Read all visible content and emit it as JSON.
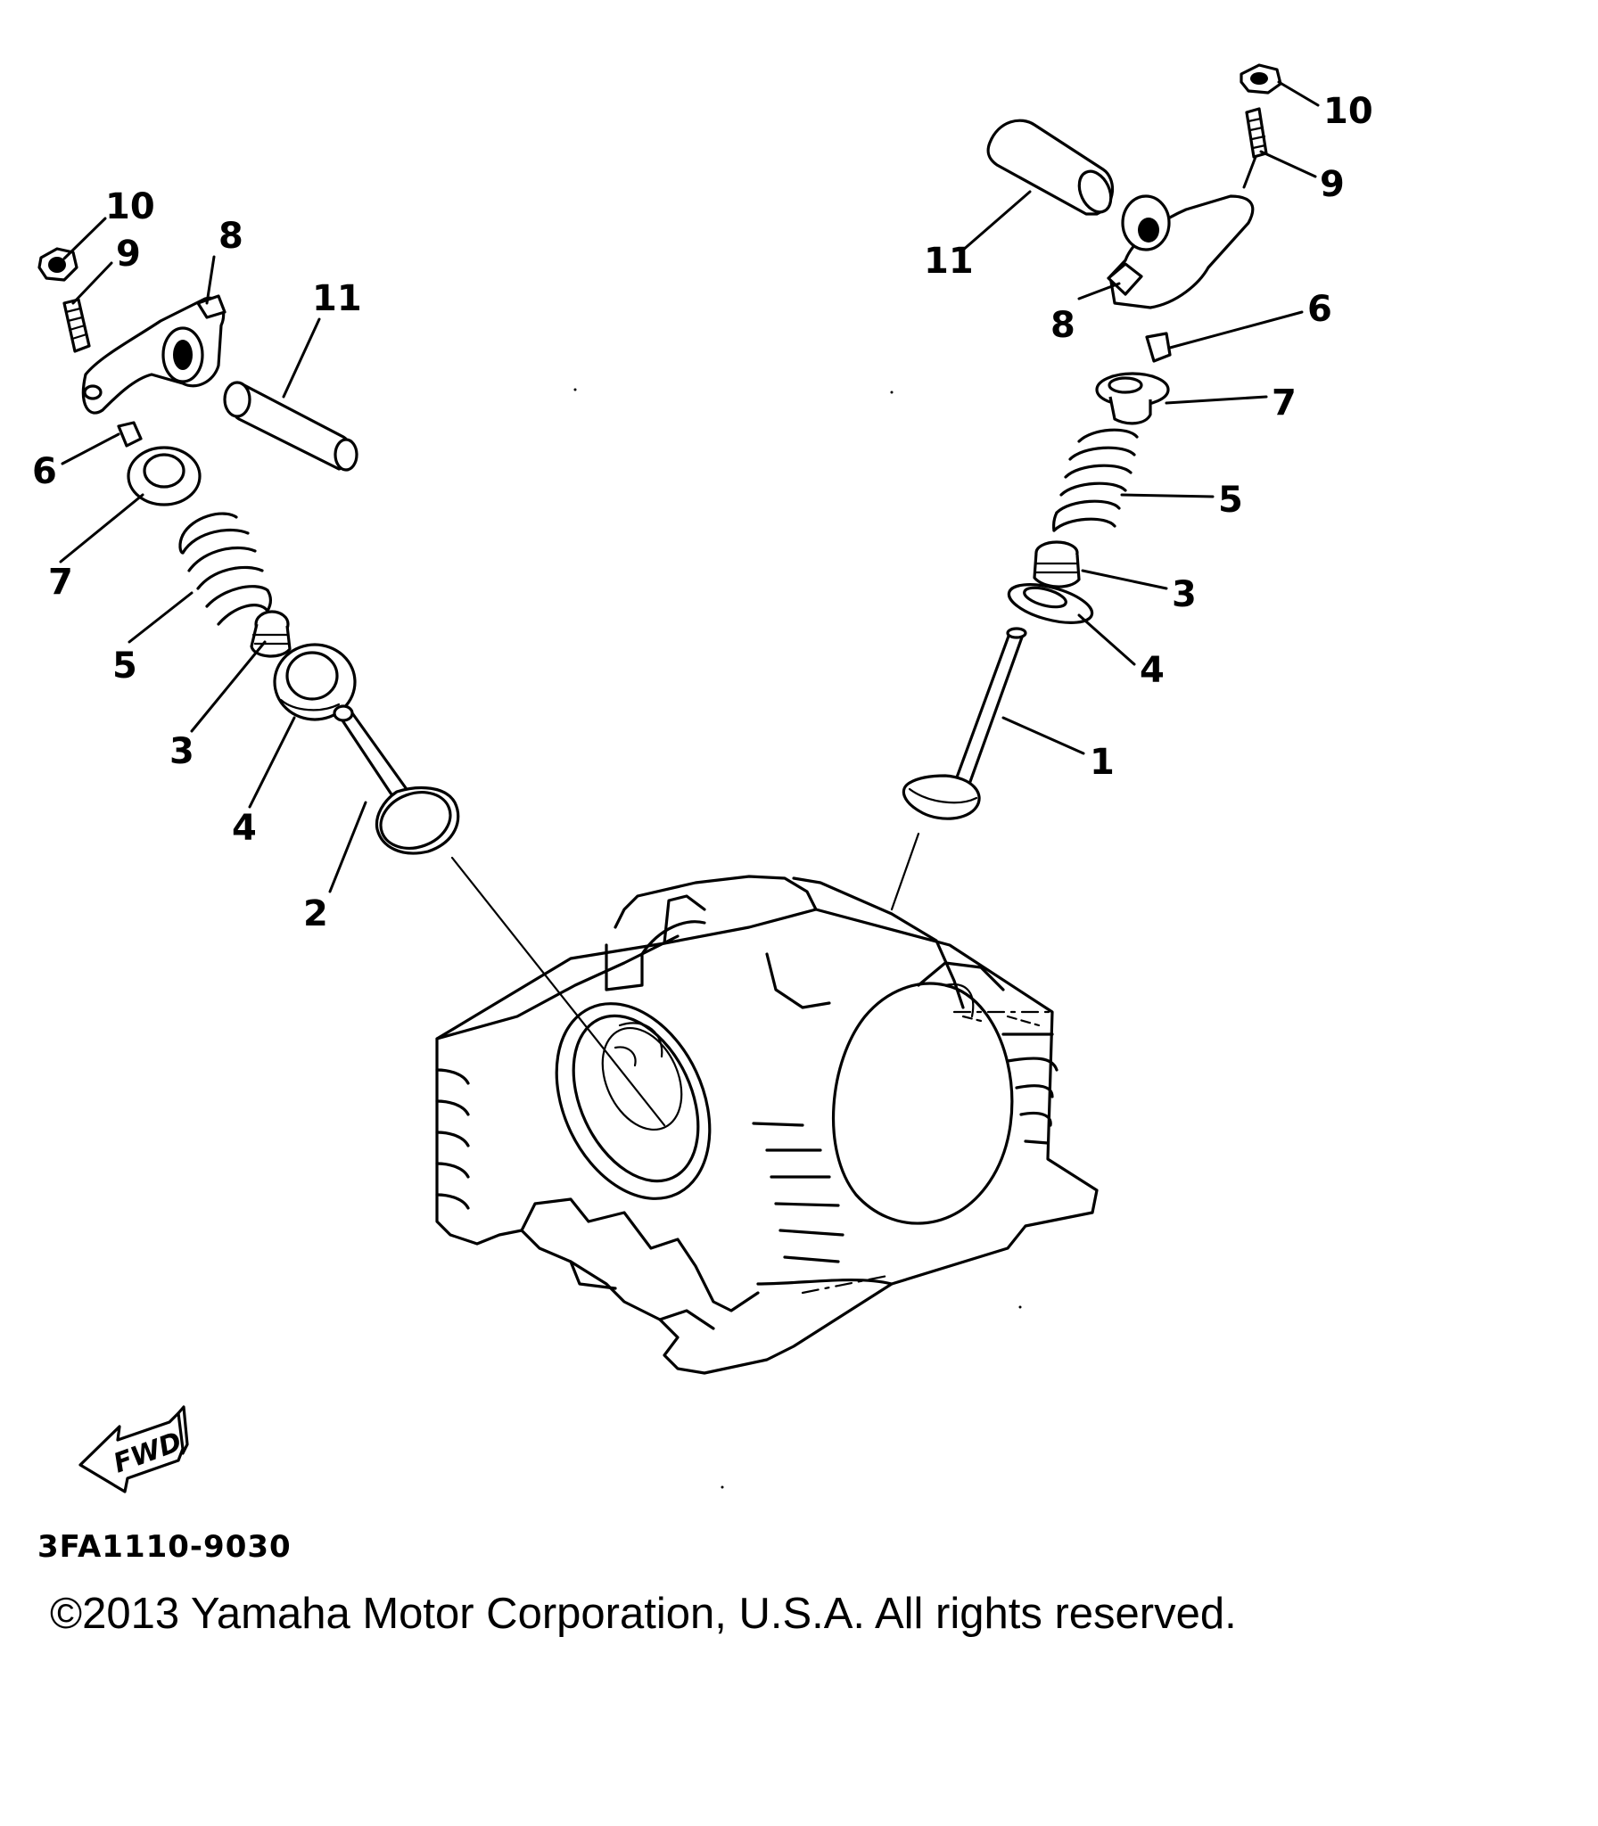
{
  "diagram": {
    "code": "3FA1110-9030",
    "copyright": "©2013 Yamaha Motor Corporation, U.S.A. All rights reserved.",
    "direction_label": "FWD",
    "callouts_left": {
      "c1": "2",
      "c2": "3",
      "c3": "4",
      "c4": "5",
      "c5": "6",
      "c6": "7",
      "c7": "8",
      "c8": "9",
      "c9": "10",
      "c10": "11"
    },
    "callouts_right": {
      "c0": "1",
      "c2": "3",
      "c3": "4",
      "c4": "5",
      "c5": "6",
      "c6": "7",
      "c7": "8",
      "c8": "9",
      "c9": "10",
      "c10": "11"
    }
  }
}
